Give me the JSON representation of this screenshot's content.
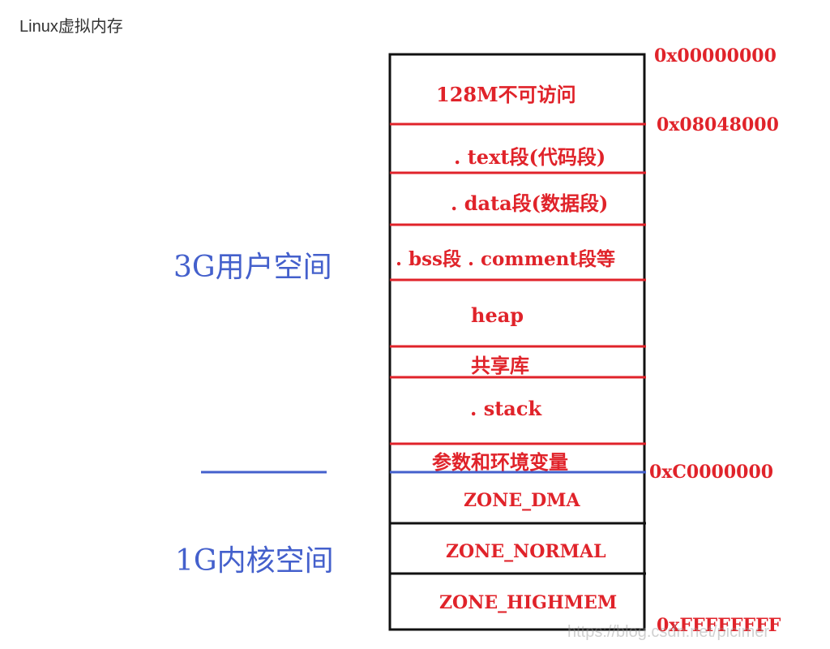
{
  "page": {
    "title": "Linux虚拟内存"
  },
  "segments": [
    {
      "label": "128M不可访问"
    },
    {
      "label": ". text段(代码段)"
    },
    {
      "label": ". data段(数据段)"
    },
    {
      "label": ". bss段 . comment段等"
    },
    {
      "label": "heap"
    },
    {
      "label": "共享库"
    },
    {
      "label": ". stack"
    },
    {
      "label": "参数和环境变量"
    },
    {
      "label": "ZONE_DMA"
    },
    {
      "label": "ZONE_NORMAL"
    },
    {
      "label": "ZONE_HIGHMEM"
    }
  ],
  "addresses": {
    "start": "0x00000000",
    "text_start": "0x08048000",
    "kernel_start": "0xC0000000",
    "end": "0xFFFFFFFF"
  },
  "spaces": {
    "user": "3G用户空间",
    "kernel": "1G内核空间"
  },
  "watermark": "https://blog.csdn.net/picimer",
  "colors": {
    "segment_text": "#e0232a",
    "divider_red": "#e0232a",
    "divider_blue": "#4460cc",
    "space_text": "#4460cc",
    "box_border": "#111111"
  }
}
